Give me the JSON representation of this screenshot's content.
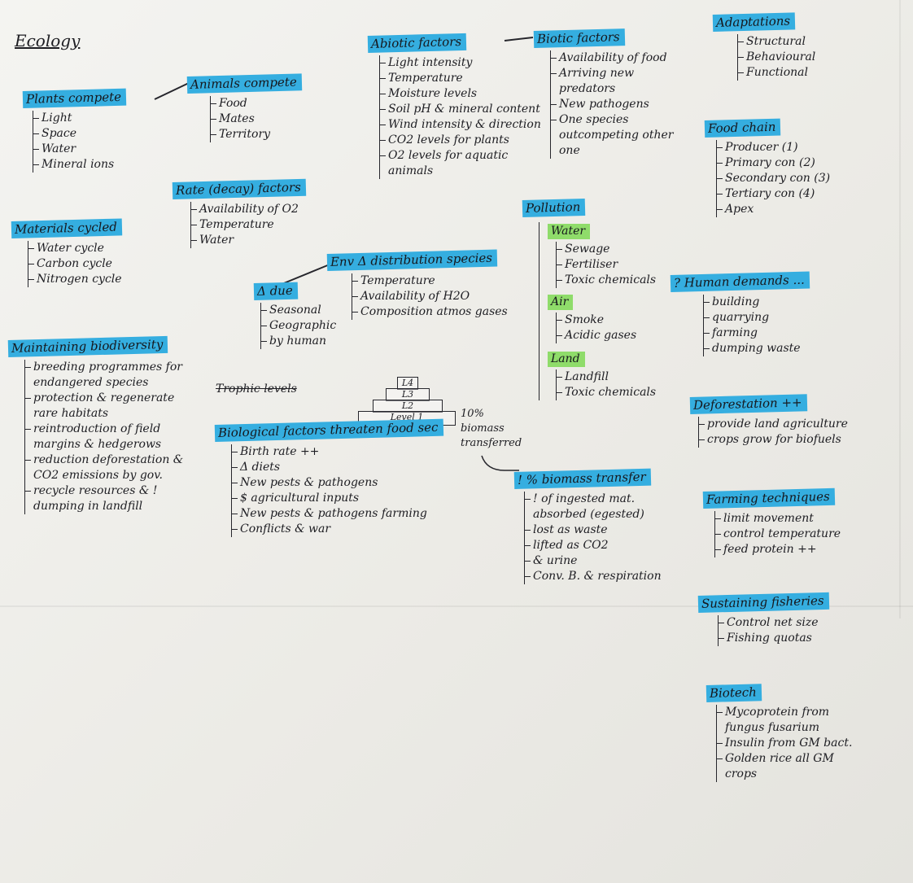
{
  "title": "Ecology",
  "struck_heading": "Trophic levels",
  "pyramid": {
    "levels": [
      "L4",
      "L3",
      "L2",
      "Level 1"
    ],
    "note": "10% biomass transferred"
  },
  "blocks": [
    {
      "id": "plants",
      "header": "Plants compete",
      "items": [
        "Light",
        "Space",
        "Water",
        "Mineral ions"
      ]
    },
    {
      "id": "animals",
      "header": "Animals compete",
      "items": [
        "Food",
        "Mates",
        "Territory"
      ]
    },
    {
      "id": "rate",
      "header": "Rate (decay) factors",
      "items": [
        "Availability of O2",
        "Temperature",
        "Water"
      ]
    },
    {
      "id": "materials",
      "header": "Materials cycled",
      "items": [
        "Water cycle",
        "Carbon cycle",
        "Nitrogen cycle"
      ]
    },
    {
      "id": "biodiversity",
      "header": "Maintaining biodiversity",
      "items": [
        "breeding programmes for endangered species",
        "protection & regenerate rare habitats",
        "reintroduction of field margins & hedgerows",
        "reduction deforestation & CO2 emissions by gov.",
        "recycle resources & ! dumping in landfill"
      ]
    },
    {
      "id": "abiotic",
      "header": "Abiotic factors",
      "items": [
        "Light intensity",
        "Temperature",
        "Moisture levels",
        "Soil pH & mineral content",
        "Wind intensity & direction",
        "CO2 levels for plants",
        "O2 levels for aquatic animals"
      ]
    },
    {
      "id": "biotic",
      "header": "Biotic factors",
      "items": [
        "Availability of food",
        "Arriving new predators",
        "New pathogens",
        "One species outcompeting other one"
      ]
    },
    {
      "id": "env",
      "header": "Env Δ distribution species",
      "items": [
        "Temperature",
        "Availability of H2O",
        "Composition atmos gases"
      ]
    },
    {
      "id": "abe",
      "header": "Δ due",
      "items": [
        "Seasonal",
        "Geographic",
        "by human"
      ]
    },
    {
      "id": "biological",
      "header": "Biological factors threaten food sec",
      "items": [
        "Birth rate ++",
        "Δ diets",
        "New pests & pathogens",
        "$ agricultural inputs",
        "New pests & pathogens farming",
        "Conflicts & war"
      ]
    },
    {
      "id": "pollution",
      "header": "Pollution",
      "subs": [
        {
          "label": "Water",
          "items": [
            "Sewage",
            "Fertiliser",
            "Toxic chemicals"
          ]
        },
        {
          "label": "Air",
          "items": [
            "Smoke",
            "Acidic gases"
          ]
        },
        {
          "label": "Land",
          "items": [
            "Landfill",
            "Toxic chemicals"
          ]
        }
      ]
    },
    {
      "id": "biomass",
      "header": "! % biomass transfer",
      "items": [
        "! of ingested mat. absorbed (egested)",
        "lost as waste",
        "lifted as CO2",
        "& urine",
        "Conv. B. & respiration"
      ]
    },
    {
      "id": "adaptations",
      "header": "Adaptations",
      "items": [
        "Structural",
        "Behavioural",
        "Functional"
      ]
    },
    {
      "id": "foodchain",
      "header": "Food chain",
      "items": [
        "Producer (1)",
        "Primary con (2)",
        "Secondary con (3)",
        "Tertiary con (4)",
        "Apex"
      ]
    },
    {
      "id": "humans",
      "header": "? Human demands ...",
      "items": [
        "building",
        "quarrying",
        "farming",
        "dumping waste"
      ]
    },
    {
      "id": "deforest",
      "header": "Deforestation ++",
      "items": [
        "provide land agriculture",
        "crops grow for biofuels"
      ]
    },
    {
      "id": "farming",
      "header": "Farming techniques",
      "items": [
        "limit movement",
        "control temperature",
        "feed protein ++"
      ]
    },
    {
      "id": "fisheries",
      "header": "Sustaining fisheries",
      "items": [
        "Control net size",
        "Fishing quotas"
      ]
    },
    {
      "id": "biotech",
      "header": "Biotech",
      "items": [
        "Mycoprotein from fungus fusarium",
        "Insulin from GM bact.",
        "Golden rice all GM crops"
      ]
    }
  ]
}
